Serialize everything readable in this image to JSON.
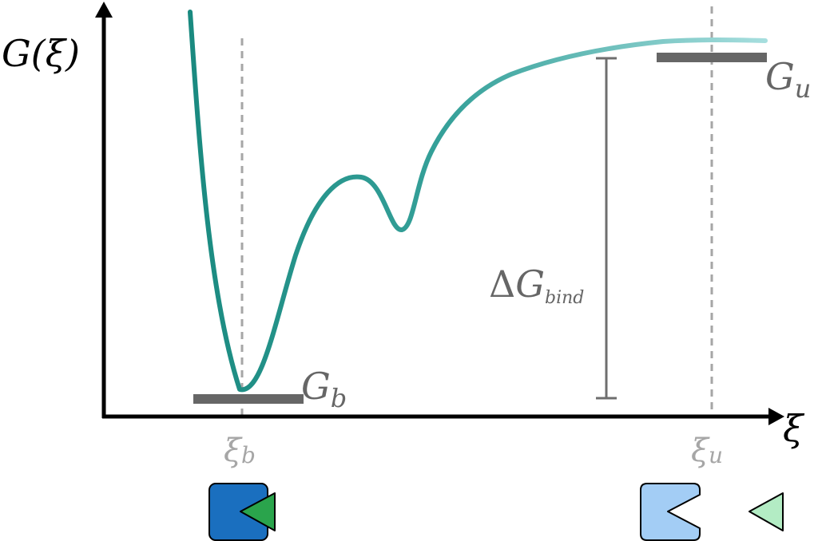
{
  "diagram": {
    "y_axis_label": "G(ξ)",
    "x_axis_label": "ξ",
    "level_bound_label": "G",
    "level_bound_sub": "b",
    "level_unbound_label": "G",
    "level_unbound_sub": "u",
    "delta_symbol": "Δ",
    "delta_label": "G",
    "delta_sub": "bind",
    "xi_bound_label": "ξ",
    "xi_bound_sub": "b",
    "xi_unbound_label": "ξ",
    "xi_unbound_sub": "u",
    "colors": {
      "axis": "#000000",
      "curve_start": "#1a8a80",
      "curve_end": "#a6dede",
      "level_bar": "#666666",
      "guide": "#a6a6a6",
      "receptor_bound": "#1a6fbf",
      "ligand_bound": "#2aa44c",
      "receptor_unbound": "#a3cdf5",
      "ligand_unbound": "#b3ecc4"
    },
    "icons": [
      "bound-complex-icon",
      "unbound-receptor-icon",
      "unbound-ligand-icon"
    ]
  }
}
